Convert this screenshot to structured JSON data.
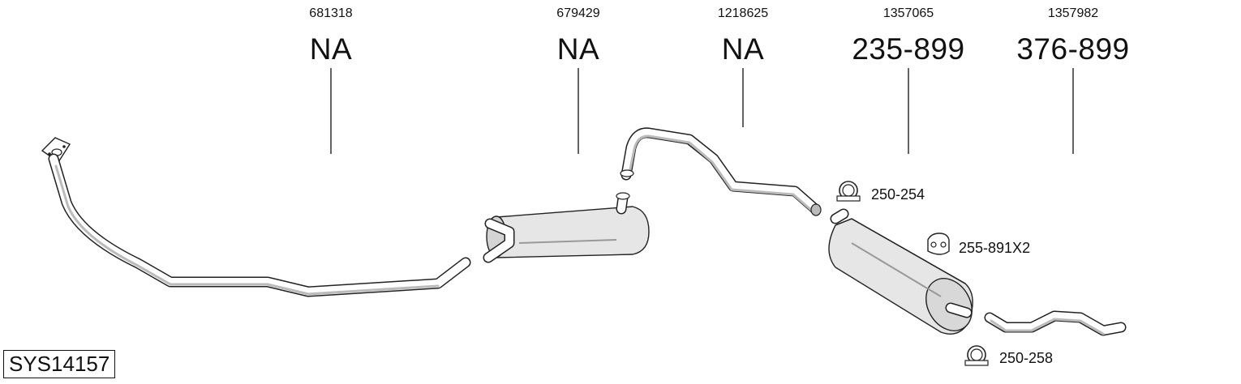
{
  "parts": [
    {
      "id": "part-front-pipe",
      "oe": "681318",
      "number": "NA"
    },
    {
      "id": "part-middle-silencer",
      "oe": "679429",
      "number": "NA"
    },
    {
      "id": "part-intermediate-pipe",
      "oe": "1218625",
      "number": "NA"
    },
    {
      "id": "part-rear-silencer",
      "oe": "1357065",
      "number": "235-899"
    },
    {
      "id": "part-tail-pipe",
      "oe": "1357982",
      "number": "376-899"
    }
  ],
  "accessories": [
    {
      "id": "clamp-upper",
      "label": "250-254",
      "icon": "clamp-icon"
    },
    {
      "id": "rubber-mount",
      "label": "255-891X2",
      "icon": "rubber-mount-icon"
    },
    {
      "id": "clamp-lower",
      "label": "250-258",
      "icon": "clamp-icon"
    }
  ],
  "system_code": "SYS14157"
}
